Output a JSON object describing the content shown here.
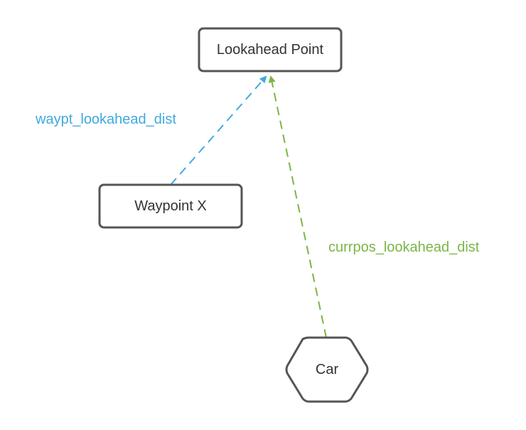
{
  "nodes": {
    "lookahead_point": {
      "label": "Lookahead Point",
      "shape": "rounded-rectangle"
    },
    "waypoint_x": {
      "label": "Waypoint X",
      "shape": "rounded-rectangle"
    },
    "car": {
      "label": "Car",
      "shape": "hexagon"
    }
  },
  "edges": {
    "waypt_lookahead": {
      "label": "waypt_lookahead_dist",
      "from": "Waypoint X",
      "to": "Lookahead Point",
      "style": "dashed-arrow"
    },
    "currpos_lookahead": {
      "label": "currpos_lookahead_dist",
      "from": "Car",
      "to": "Lookahead Point",
      "style": "dashed-arrow"
    }
  },
  "colors": {
    "node_border": "#555555",
    "node_text": "#333333",
    "waypt_edge": "#3fa9dd",
    "currpos_edge": "#7ab648"
  }
}
